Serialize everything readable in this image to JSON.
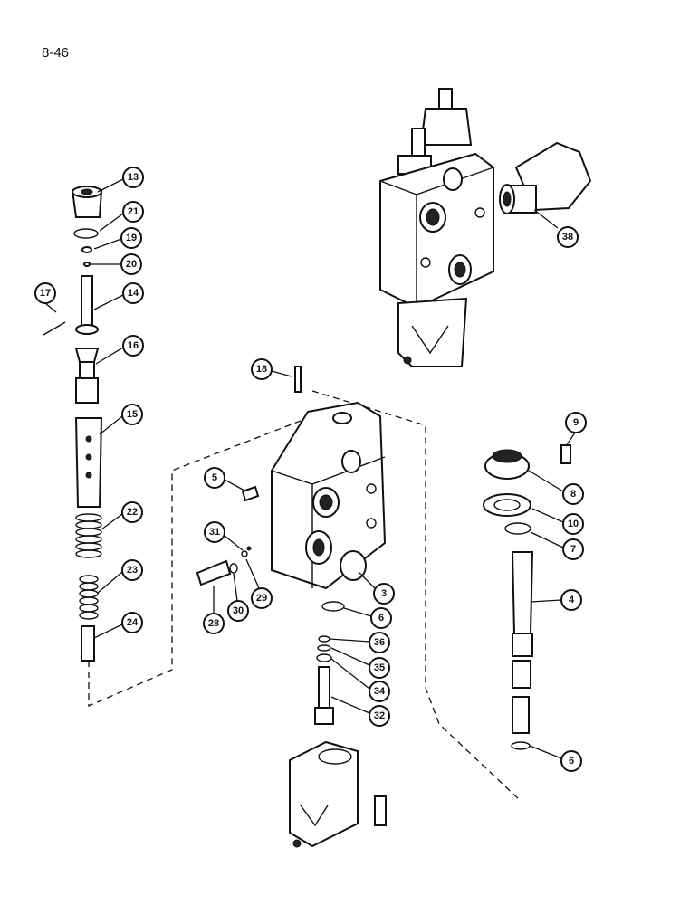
{
  "page": {
    "number": "8-46"
  },
  "callouts": [
    {
      "id": "c13",
      "label": "13"
    },
    {
      "id": "c21",
      "label": "21"
    },
    {
      "id": "c19",
      "label": "19"
    },
    {
      "id": "c20",
      "label": "20"
    },
    {
      "id": "c17",
      "label": "17"
    },
    {
      "id": "c14",
      "label": "14"
    },
    {
      "id": "c16",
      "label": "16"
    },
    {
      "id": "c15",
      "label": "15"
    },
    {
      "id": "c22",
      "label": "22"
    },
    {
      "id": "c23",
      "label": "23"
    },
    {
      "id": "c24",
      "label": "24"
    },
    {
      "id": "c18",
      "label": "18"
    },
    {
      "id": "c5",
      "label": "5"
    },
    {
      "id": "c31",
      "label": "31"
    },
    {
      "id": "c28",
      "label": "28"
    },
    {
      "id": "c30",
      "label": "30"
    },
    {
      "id": "c29",
      "label": "29"
    },
    {
      "id": "c3",
      "label": "3"
    },
    {
      "id": "c6a",
      "label": "6"
    },
    {
      "id": "c36",
      "label": "36"
    },
    {
      "id": "c35",
      "label": "35"
    },
    {
      "id": "c34",
      "label": "34"
    },
    {
      "id": "c32",
      "label": "32"
    },
    {
      "id": "c9",
      "label": "9"
    },
    {
      "id": "c8",
      "label": "8"
    },
    {
      "id": "c10",
      "label": "10"
    },
    {
      "id": "c7",
      "label": "7"
    },
    {
      "id": "c4",
      "label": "4"
    },
    {
      "id": "c6b",
      "label": "6"
    },
    {
      "id": "c38",
      "label": "38"
    }
  ]
}
